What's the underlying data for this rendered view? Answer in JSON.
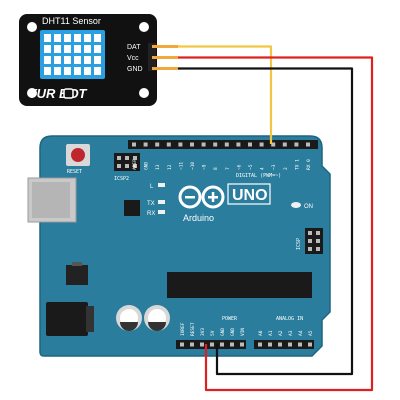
{
  "sensor": {
    "title": "DHT11 Sensor",
    "brand": "YUR BOT",
    "pins": [
      "DAT",
      "Vcc",
      "GND"
    ]
  },
  "board": {
    "brand": "Arduino",
    "model": "UNO",
    "reset_label": "RESET",
    "icsp2_label": "ICSP2",
    "icsp_label": "ICSP",
    "tx_label": "TX",
    "rx_label": "RX",
    "l_label": "L",
    "on_label": "ON",
    "digital_label": "DIGITAL (PWM=~)",
    "power_label": "POWER",
    "analog_label": "ANALOG IN",
    "digital_pins": [
      "AREF",
      "GND",
      "13",
      "12",
      "~11",
      "~10",
      "~9",
      "8",
      "7",
      "~6",
      "~5",
      "4",
      "~3",
      "2",
      "TX 1",
      "RX 0"
    ],
    "power_pins": [
      "IOREF",
      "RESET",
      "3V3",
      "5V",
      "GND",
      "GND",
      "VIN"
    ],
    "analog_pins": [
      "A0",
      "A1",
      "A2",
      "A3",
      "A4",
      "A5"
    ]
  },
  "colors": {
    "board": "#2a7d9c",
    "board_edge": "#1f6480",
    "sensor_bg": "#111111",
    "sensor_grid": "#2b9fe0",
    "wire_data": "#f4c542",
    "wire_vcc": "#e02020",
    "wire_gnd": "#111111"
  }
}
